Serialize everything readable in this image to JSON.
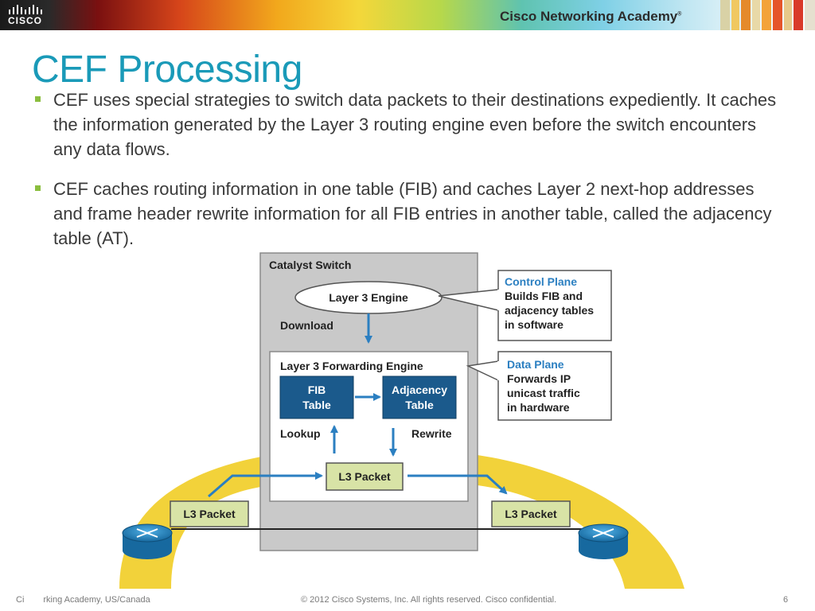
{
  "banner": {
    "logo_text": "CISCO",
    "academy_title": "Cisco Networking Academy",
    "trademark": "®"
  },
  "title": "CEF Processing",
  "bullets": [
    "CEF uses special strategies to switch data packets to their destinations expediently. It caches the information generated by the Layer 3 routing engine even before the switch encounters any data flows.",
    "CEF caches routing information in one table (FIB) and caches Layer 2 next-hop addresses and frame header rewrite information for all FIB entries in another table, called the adjacency table (AT)."
  ],
  "diagram": {
    "switch_label": "Catalyst Switch",
    "l3_engine": "Layer 3 Engine",
    "download": "Download",
    "forwarding_engine": "Layer 3 Forwarding Engine",
    "fib_line1": "FIB",
    "fib_line2": "Table",
    "adj_line1": "Adjacency",
    "adj_line2": "Table",
    "lookup": "Lookup",
    "rewrite": "Rewrite",
    "l3_packet_center": "L3 Packet",
    "l3_packet_left": "L3 Packet",
    "l3_packet_right": "L3 Packet",
    "control_plane": {
      "title": "Control Plane",
      "line1": "Builds FIB and",
      "line2": "adjacency tables",
      "line3": "in software"
    },
    "data_plane": {
      "title": "Data Plane",
      "line1": "Forwards IP",
      "line2": "unicast traffic",
      "line3": "in hardware"
    }
  },
  "footer": {
    "left_a": "Ci",
    "left_b": "rking Academy, US/Canada",
    "center": "© 2012 Cisco Systems, Inc. All rights reserved. Cisco confidential.",
    "page_number": "6"
  },
  "colors": {
    "title": "#1a9ab8",
    "bullet_marker": "#8bbe3f",
    "table_fill": "#1b5a8c",
    "packet_fill": "#d8e3a6",
    "switch_fill": "#c9c9c9",
    "arrow_blue": "#2b7fc1",
    "router_blue": "#1f86c8",
    "yellow_path": "#f2d23a"
  }
}
